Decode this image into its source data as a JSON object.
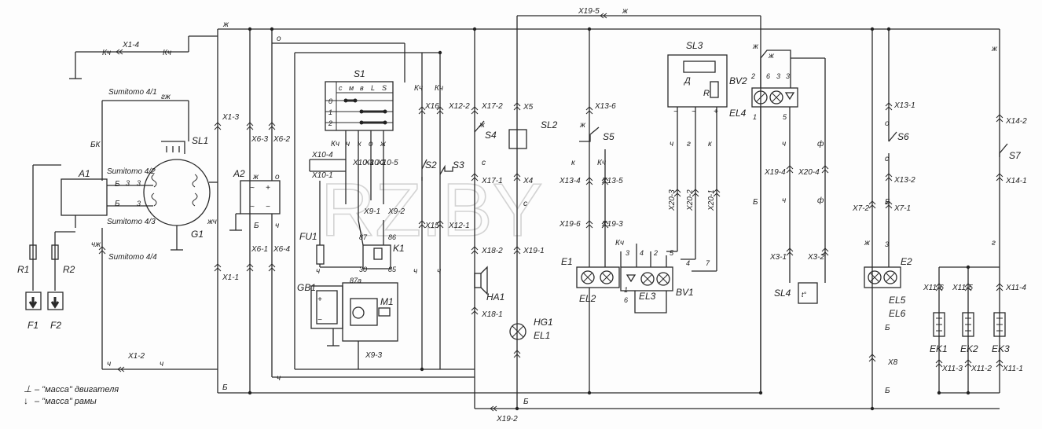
{
  "watermark": "RZ.BY",
  "legend": {
    "engine_ground_symbol": "⊥",
    "engine_ground_text": "– \"масса\" двигателя",
    "frame_ground_symbol": "↓",
    "frame_ground_text": "– \"масса\" рамы"
  },
  "components": {
    "A1": "A1",
    "A2": "A2",
    "G1": "G1",
    "SL1": "SL1",
    "R1": "R1",
    "R2": "R2",
    "F1": "F1",
    "F2": "F2",
    "S1": "S1",
    "S2": "S2",
    "S3": "S3",
    "S4": "S4",
    "S5": "S5",
    "S6": "S6",
    "S7": "S7",
    "SL2": "SL2",
    "SL3": "SL3",
    "SL4": "SL4",
    "FU1": "FU1",
    "GB1": "GB1",
    "K1": "K1",
    "M1": "M1",
    "HA1": "HA1",
    "HG1": "HG1",
    "EL1": "EL1",
    "E1": "E1",
    "EL2": "EL2",
    "EL3": "EL3",
    "BV1": "BV1",
    "BV2": "BV2",
    "EL4": "EL4",
    "E2": "E2",
    "EL5": "EL5",
    "EL6": "EL6",
    "EK1": "EK1",
    "EK2": "EK2",
    "EK3": "EK3"
  },
  "connectors": {
    "X1_4": "X1-4",
    "X1_3": "X1-3",
    "X1_1": "X1-1",
    "X1_2": "X1-2",
    "X6_3": "X6-3",
    "X6_2": "X6-2",
    "X6_1": "X6-1",
    "X6_4": "X6-4",
    "X10_4": "X10-4",
    "X10_1": "X10-1",
    "X10_3": "X10-3",
    "X10_2": "X10-2",
    "X10_5": "X10-5",
    "X9_1": "X9-1",
    "X9_2": "X9-2",
    "X9_3": "X9-3",
    "X16": "X16",
    "X15": "X15",
    "X12_2": "X12-2",
    "X12_1": "X12-1",
    "X17_2": "X17-2",
    "X17_1": "X17-1",
    "X18_2": "X18-2",
    "X18_1": "X18-1",
    "X5": "X5",
    "X4": "X4",
    "X19_5": "X19-5",
    "X19_1": "X19-1",
    "X19_2": "X19-2",
    "X13_6": "X13-6",
    "X13_4": "X13-4",
    "X13_5": "X13-5",
    "X19_6": "X19-6",
    "X19_3": "X19-3",
    "X20_3": "X20-3",
    "X20_2": "X20-2",
    "X20_1": "X20-1",
    "X19_4": "X19-4",
    "X20_4": "X20-4",
    "X3_1": "X3-1",
    "X3_2": "X3-2",
    "X7_2": "X7-2",
    "X7_1": "X7-1",
    "X13_1": "X13-1",
    "X13_2": "X13-2",
    "X8": "X8",
    "X14_2": "X14-2",
    "X14_1": "X14-1",
    "X11_6": "X11-6",
    "X11_5": "X11-5",
    "X11_4": "X11-4",
    "X11_3": "X11-3",
    "X11_2": "X11-2",
    "X11_1": "X11-1"
  },
  "harness": {
    "sumitomo_41": "Sumitomo 4/1",
    "sumitomo_42": "Sumitomo 4/2",
    "sumitomo_43": "Sumitomo 4/3",
    "sumitomo_44": "Sumitomo 4/4"
  },
  "wire_colors": {
    "ZH": "ж",
    "O": "о",
    "KCH": "Кч",
    "GZH": "гж",
    "BK": "БК",
    "B": "Б",
    "CH": "ч",
    "ZHCH": "жч",
    "CHZH": "чж",
    "K": "к",
    "S": "с",
    "G": "г",
    "F": "ф"
  },
  "pins": {
    "n0": "0",
    "n1": "1",
    "n2": "2",
    "n3": "3",
    "n4": "4",
    "n5": "5",
    "n6": "6",
    "n7": "7",
    "n30": "30",
    "n85": "85",
    "n86": "86",
    "n87": "87",
    "n87a": "87a"
  },
  "s1_headers": [
    "с",
    "м",
    "в",
    "L",
    "S"
  ],
  "symbols": {
    "plus": "+",
    "minus": "−",
    "tilde": "~",
    "D": "Д",
    "R": "R",
    "deg": "t°"
  }
}
